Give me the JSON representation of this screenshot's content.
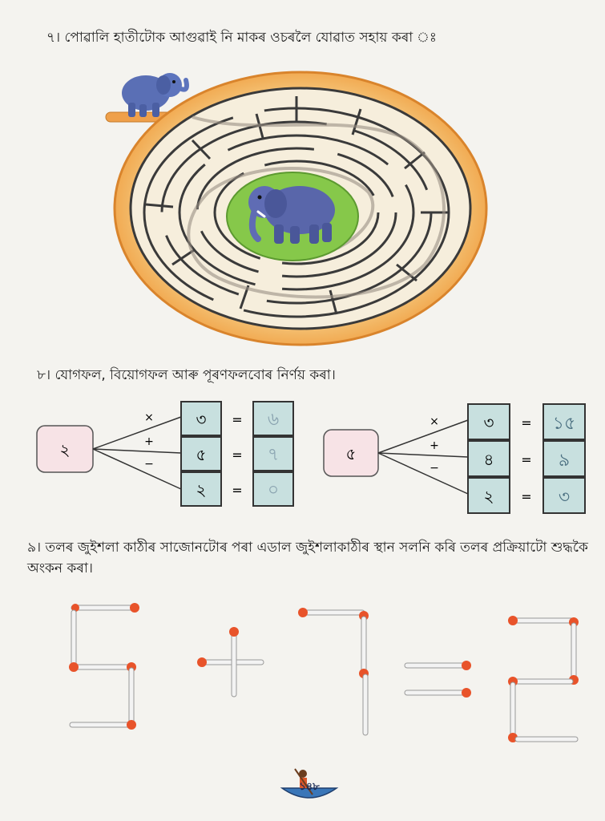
{
  "q7": {
    "text": "৭। পোৱালি হাতীটোক আগুৱাই নি মাকৰ ওচৰলৈ যোৱাত সহায় কৰা ঃ"
  },
  "q8": {
    "text": "৮। যোগফল, বিয়োগফল আৰু পূৰণফলবোৰ নিৰ্ণয় কৰা।",
    "ops": [
      "×",
      "+",
      "−"
    ],
    "eq": "=",
    "left": {
      "input": "২",
      "rows": [
        {
          "operand": "৩",
          "answer": "৬"
        },
        {
          "operand": "৫",
          "answer": "৭"
        },
        {
          "operand": "২",
          "answer": "০"
        }
      ]
    },
    "right": {
      "input": "৫",
      "rows": [
        {
          "operand": "৩",
          "answer": "১৫"
        },
        {
          "operand": "৪",
          "answer": "৯"
        },
        {
          "operand": "২",
          "answer": "৩"
        }
      ]
    }
  },
  "q9": {
    "text": "৯। তলৰ জুইশলা কাঠীৰ সাজোনটোৰ পৰা এডাল জুইশলাকাঠীৰ স্থান সলনি কৰি তলৰ প্ৰক্ৰিয়াটো শুদ্ধকৈ অংকন কৰা।"
  },
  "footer": {
    "page_number": "১৪৮"
  },
  "colors": {
    "maze_outer": "#f1a64a",
    "maze_wall": "#3a3a3a",
    "maze_path": "#f6eedc",
    "grass": "#86c84a",
    "box_blue": "#c8e0df",
    "box_pink": "#f7e3e6",
    "match_head": "#e8532a",
    "match_stick": "#f2f2f2"
  },
  "icons": [
    "baby-elephant-icon",
    "mother-elephant-icon",
    "boat-icon"
  ]
}
